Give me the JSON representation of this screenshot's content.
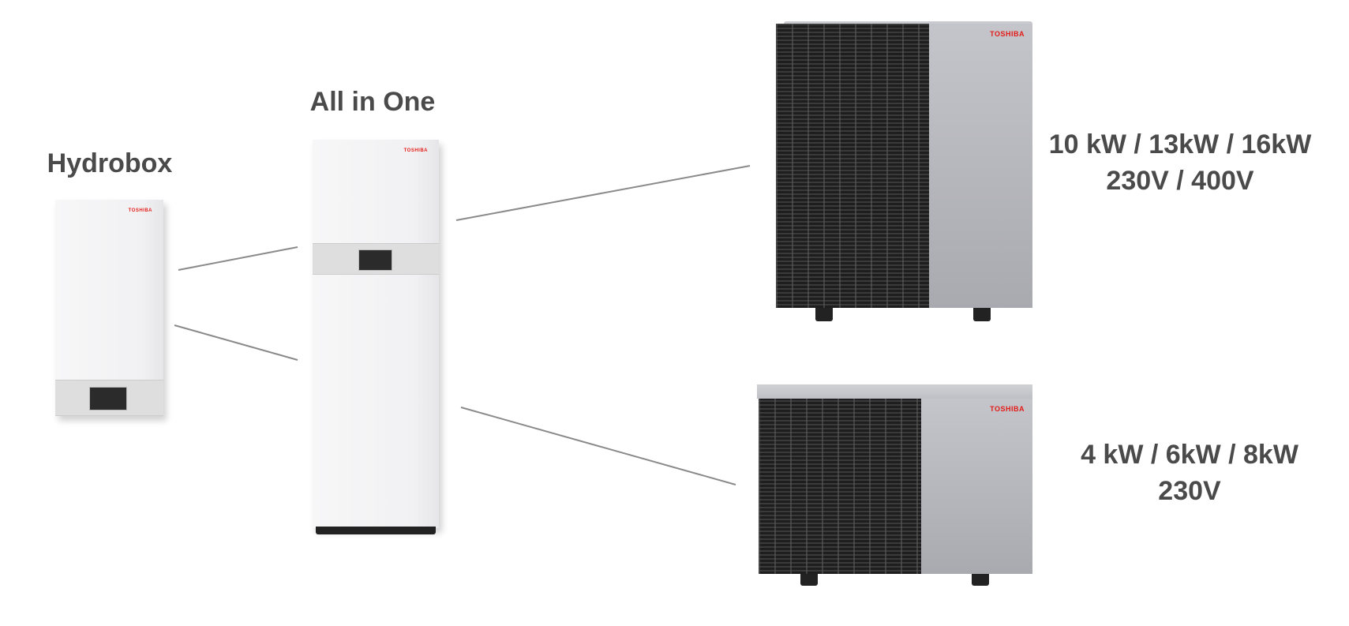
{
  "labels": {
    "hydrobox": "Hydrobox",
    "all_in_one": "All in One"
  },
  "brand": {
    "logo_text": "TOSHIBA",
    "logo_color": "#e41b17"
  },
  "outdoor_large": {
    "capacity": "10 kW / 13kW / 16kW",
    "voltage": "230V / 400V"
  },
  "outdoor_small": {
    "capacity": "4 kW / 6kW / 8kW",
    "voltage": "230V"
  }
}
